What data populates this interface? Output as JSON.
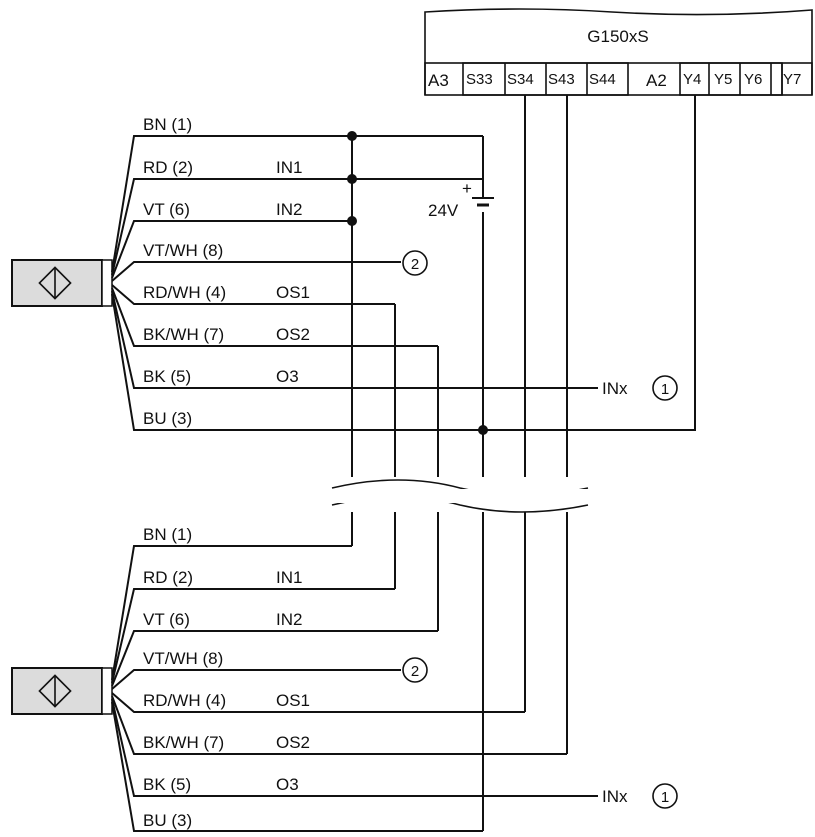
{
  "controller": {
    "name": "G150xS",
    "terminals": [
      "A3",
      "S33",
      "S34",
      "S43",
      "S44",
      "A2",
      "Y4",
      "Y5",
      "Y6",
      "Y7"
    ]
  },
  "supply": {
    "voltage": "24V",
    "plus": "+"
  },
  "sensors": [
    {
      "wires": [
        {
          "color": "BN (1)",
          "signal": ""
        },
        {
          "color": "RD (2)",
          "signal": "IN1"
        },
        {
          "color": "VT (6)",
          "signal": "IN2"
        },
        {
          "color": "VT/WH (8)",
          "signal": ""
        },
        {
          "color": "RD/WH (4)",
          "signal": "OS1"
        },
        {
          "color": "BK/WH (7)",
          "signal": "OS2"
        },
        {
          "color": "BK (5)",
          "signal": "O3"
        },
        {
          "color": "BU (3)",
          "signal": ""
        }
      ]
    },
    {
      "wires": [
        {
          "color": "BN (1)",
          "signal": ""
        },
        {
          "color": "RD (2)",
          "signal": "IN1"
        },
        {
          "color": "VT (6)",
          "signal": "IN2"
        },
        {
          "color": "VT/WH (8)",
          "signal": ""
        },
        {
          "color": "RD/WH (4)",
          "signal": "OS1"
        },
        {
          "color": "BK/WH (7)",
          "signal": "OS2"
        },
        {
          "color": "BK (5)",
          "signal": "O3"
        },
        {
          "color": "BU (3)",
          "signal": ""
        }
      ]
    }
  ],
  "inx_label": "INx",
  "callouts": {
    "inx": "1",
    "unused": "2"
  },
  "icon": "sensor-symbol"
}
